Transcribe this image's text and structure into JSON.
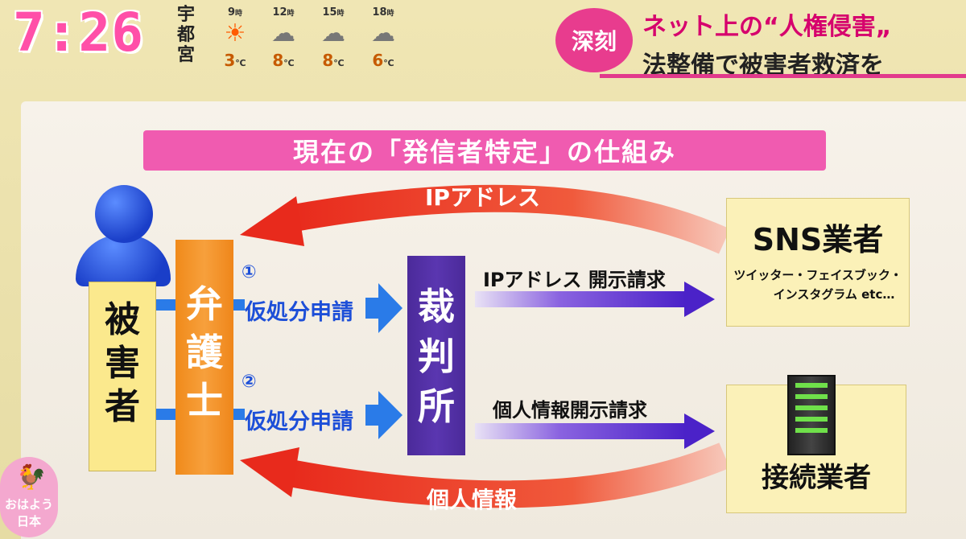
{
  "header": {
    "time": "7:26",
    "city_chars": [
      "宇",
      "都",
      "宮"
    ],
    "weather": [
      {
        "hour": "9",
        "unit": "時",
        "icon": "sun-icon",
        "temp": "3",
        "deg": "℃"
      },
      {
        "hour": "12",
        "unit": "時",
        "icon": "cloud-icon",
        "temp": "8",
        "deg": "℃"
      },
      {
        "hour": "15",
        "unit": "時",
        "icon": "cloud-icon",
        "temp": "8",
        "deg": "℃"
      },
      {
        "hour": "18",
        "unit": "時",
        "icon": "cloud-icon",
        "temp": "6",
        "deg": "℃"
      }
    ],
    "tag": "深刻",
    "headline1": "ネット上の“人権侵害„",
    "headline2": "法整備で被害者救済を"
  },
  "diagram": {
    "title": "現在の「発信者特定」の仕組み",
    "victim": [
      "被",
      "害",
      "者"
    ],
    "lawyer": [
      "弁",
      "護",
      "士"
    ],
    "court": [
      "裁",
      "判",
      "所"
    ],
    "sns_name": "SNS業者",
    "sns_sub1": "ツイッター・フェイスブック・",
    "sns_sub2": "インスタグラム etc…",
    "isp_name": "接続業者",
    "step1_num": "①",
    "step1": "仮処分申請",
    "step2_num": "②",
    "step2": "仮処分申請",
    "req1": "IPアドレス 開示請求",
    "req2": "個人情報開示請求",
    "ret1": "IPアドレス",
    "ret2": "個人情報"
  },
  "logo": {
    "line1": "おはよう",
    "line2": "日本"
  },
  "colors": {
    "pink": "#f05bb0",
    "red_arrow": "#ee3a2a",
    "blue_arrow": "#2a7be8",
    "purple_arrow": "#5a2fd0"
  }
}
